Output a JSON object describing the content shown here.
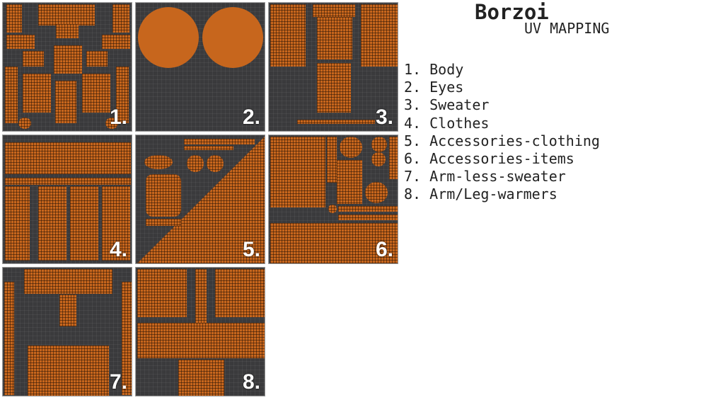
{
  "header": {
    "title": "Borzoi",
    "subtitle": "UV MAPPING"
  },
  "legend": [
    "1.  Body",
    "2.  Eyes",
    "3.  Sweater",
    "4.  Clothes",
    "5.  Accessories-clothing",
    "6.  Accessories-items",
    "7.  Arm-less-sweater",
    "8.  Arm/Leg-warmers"
  ],
  "panels": [
    {
      "label": "1."
    },
    {
      "label": "2."
    },
    {
      "label": "3."
    },
    {
      "label": "4."
    },
    {
      "label": "5."
    },
    {
      "label": "6."
    },
    {
      "label": "7."
    },
    {
      "label": "8."
    }
  ],
  "colors": {
    "uv_island": "#c7661d",
    "background": "#3a3a3c",
    "panel_border": "#9a9a9a"
  }
}
